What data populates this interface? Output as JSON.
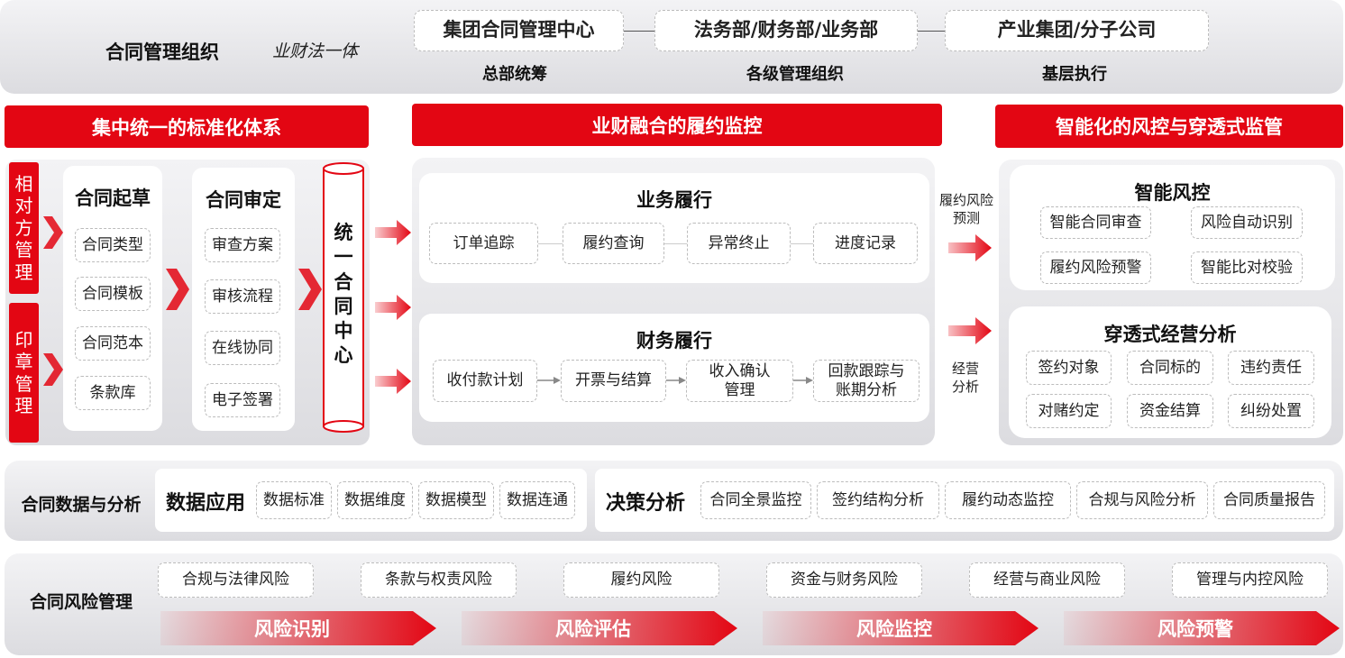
{
  "org": {
    "title": "合同管理组织",
    "subtitle": "业财法一体",
    "levels": [
      {
        "box": "集团合同管理中心",
        "label": "总部统筹"
      },
      {
        "box": "法务部/财务部/业务部",
        "label": "各级管理组织"
      },
      {
        "box": "产业集团/分子公司",
        "label": "基层执行"
      }
    ]
  },
  "headers": {
    "left": "集中统一的标准化体系",
    "middle": "业财融合的履约监控",
    "right": "智能化的风控与穿透式监管"
  },
  "left": {
    "side_tabs": [
      "相对方管理",
      "印章管理"
    ],
    "draft": {
      "title": "合同起草",
      "items": [
        "合同类型",
        "合同模板",
        "合同范本",
        "条款库"
      ]
    },
    "review": {
      "title": "合同审定",
      "items": [
        "审查方案",
        "审核流程",
        "在线协同",
        "电子签署"
      ]
    },
    "center": "统一合同中心"
  },
  "middle": {
    "business": {
      "title": "业务履行",
      "items": [
        "订单追踪",
        "履约查询",
        "异常终止",
        "进度记录"
      ]
    },
    "finance": {
      "title": "财务履行",
      "items": [
        "收付款计划",
        "开票与结算",
        "收入确认管理",
        "回款跟踪与账期分析"
      ]
    }
  },
  "connectors": {
    "top": "履约风险预测",
    "bottom": "经营分析"
  },
  "right": {
    "risk": {
      "title": "智能风控",
      "items": [
        "智能合同审查",
        "风险自动识别",
        "履约风险预警",
        "智能比对校验"
      ]
    },
    "analysis": {
      "title": "穿透式经营分析",
      "items": [
        "签约对象",
        "合同标的",
        "违约责任",
        "对赌约定",
        "资金结算",
        "纠纷处置"
      ]
    }
  },
  "data_row": {
    "label": "合同数据与分析",
    "app": {
      "title": "数据应用",
      "items": [
        "数据标准",
        "数据维度",
        "数据模型",
        "数据连通"
      ]
    },
    "decision": {
      "title": "决策分析",
      "items": [
        "合同全景监控",
        "签约结构分析",
        "履约动态监控",
        "合规与风险分析",
        "合同质量报告"
      ]
    }
  },
  "risk_row": {
    "label": "合同风险管理",
    "items": [
      "合规与法律风险",
      "条款与权责风险",
      "履约风险",
      "资金与财务风险",
      "经营与商业风险",
      "管理与内控风险"
    ],
    "stages": [
      "风险识别",
      "风险评估",
      "风险监控",
      "风险预警"
    ]
  },
  "colors": {
    "accent": "#e30613",
    "band": "#e3e3e6",
    "dashed": "#bcbcbc"
  }
}
